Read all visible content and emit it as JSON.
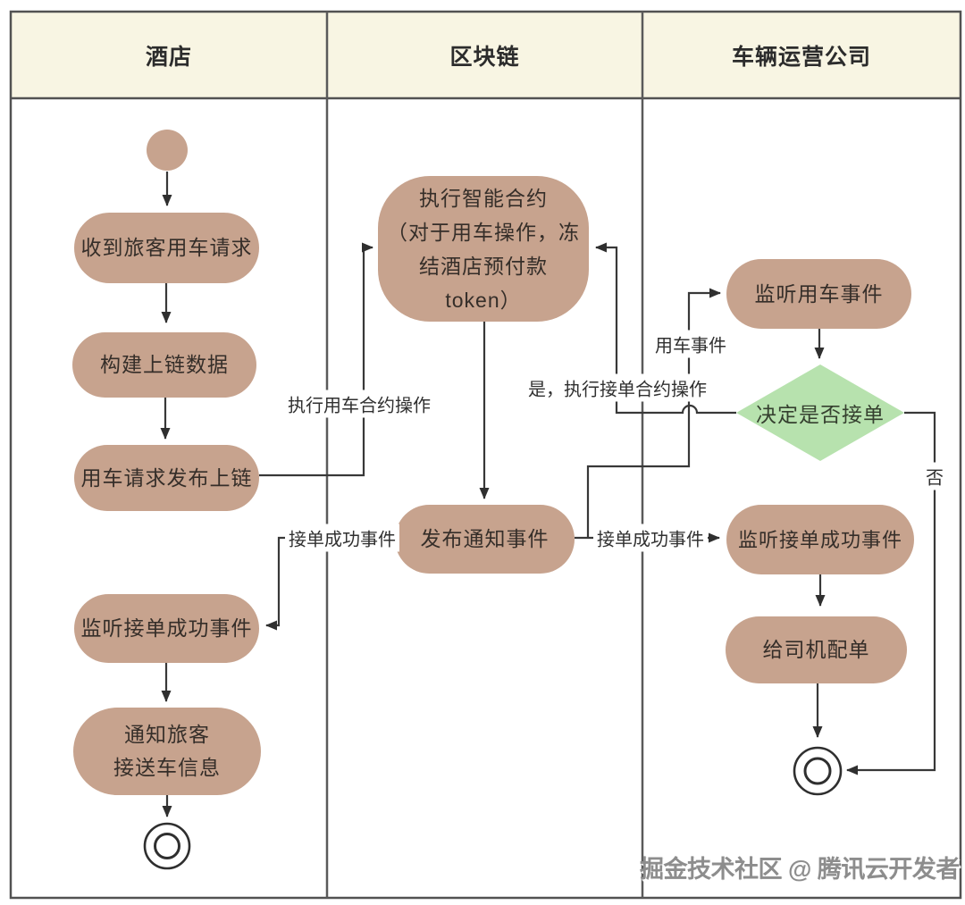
{
  "header": {
    "lanes": [
      "酒店",
      "区块链",
      "车辆运营公司"
    ]
  },
  "nodes": {
    "hotel_receive": "收到旅客用车请求",
    "hotel_build": "构建上链数据",
    "hotel_publish": "用车请求发布上链",
    "hotel_listen_ok": "监听接单成功事件",
    "hotel_notify": [
      "通知旅客",
      "接送车信息"
    ],
    "chain_contract": [
      "执行智能合约",
      "（对于用车操作，冻",
      "结酒店预付款",
      "token）"
    ],
    "chain_publish": "发布通知事件",
    "company_listen_car": "监听用车事件",
    "company_decide": "决定是否接单",
    "company_listen_ok": "监听接单成功事件",
    "company_assign": "给司机配单"
  },
  "edge_labels": {
    "exec_car_contract": "执行用车合约操作",
    "ok_event_left": "接单成功事件",
    "ok_event_right": "接单成功事件",
    "car_event": "用车事件",
    "yes_exec_contract": "是，执行接单合约操作",
    "no": "否"
  },
  "watermark": "掘金技术社区 @ 腾讯云开发者",
  "colors": {
    "node_fill": "#c7a38e",
    "decision_fill": "#b7e2ae",
    "header_bg": "#f8f5e3",
    "line": "#3a3a3a",
    "frame": "#525252",
    "watermark": "#8d8d8d"
  }
}
